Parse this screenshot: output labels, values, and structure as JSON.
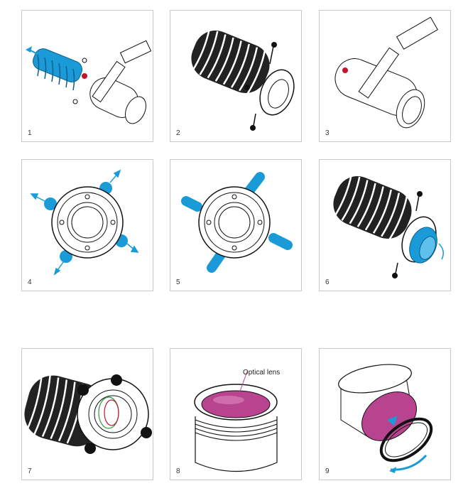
{
  "steps": [
    {
      "number": "1"
    },
    {
      "number": "2"
    },
    {
      "number": "3"
    },
    {
      "number": "4"
    },
    {
      "number": "5"
    },
    {
      "number": "6"
    },
    {
      "number": "7"
    },
    {
      "number": "8",
      "callout": "Optical lens"
    },
    {
      "number": "9"
    }
  ],
  "colors": {
    "accent_blue": "#1a9bd7",
    "marker_red": "#c0152a",
    "lens_magenta": "#b8448f",
    "line": "#111111"
  }
}
